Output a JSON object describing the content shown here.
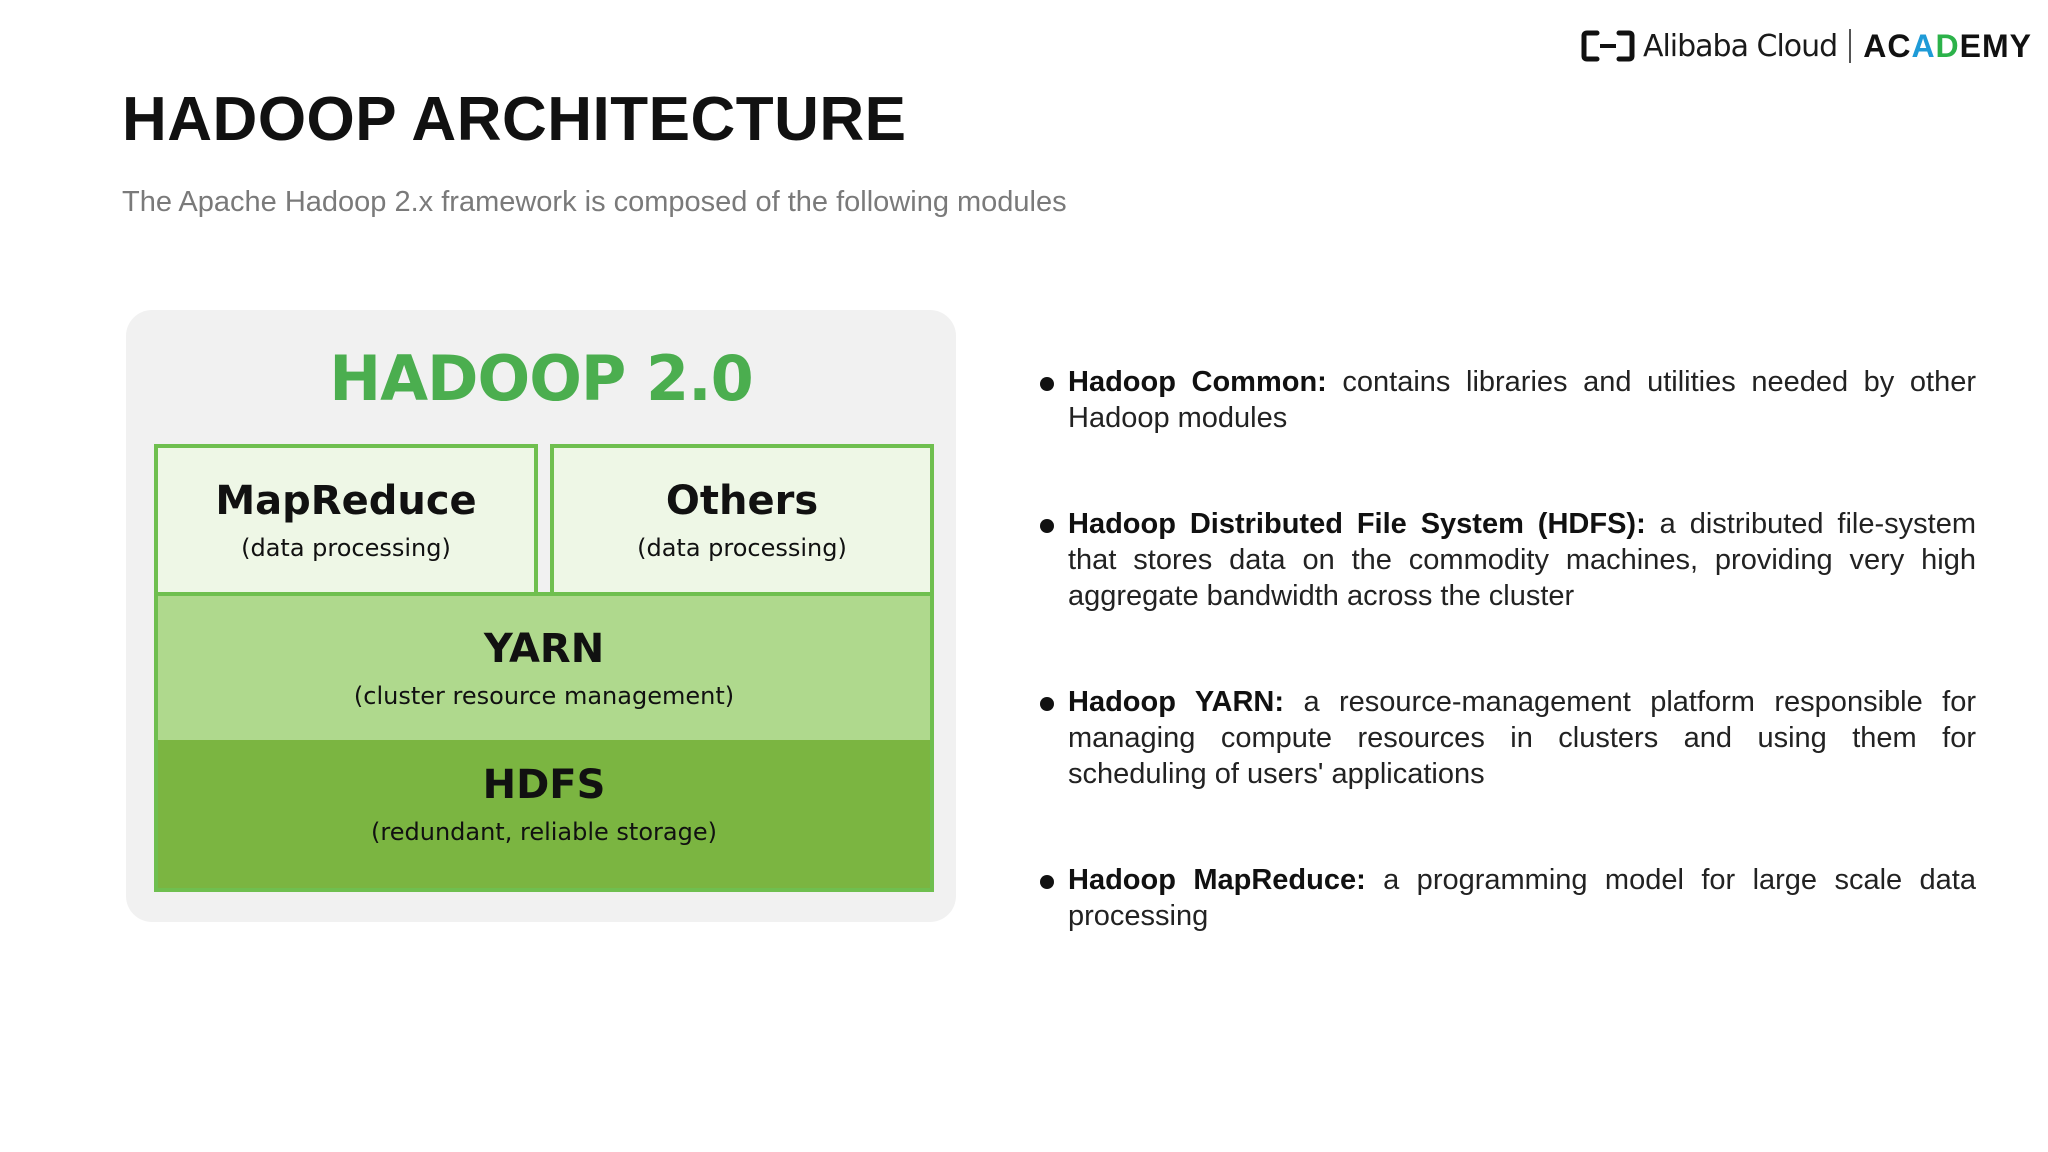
{
  "header": {
    "title": "HADOOP ARCHITECTURE",
    "subtitle": "The Apache Hadoop 2.x framework is composed of the following modules"
  },
  "logo": {
    "brand": "Alibaba Cloud",
    "academy": [
      "AC",
      "A",
      "D",
      "EMY"
    ]
  },
  "diagram": {
    "title": "HADOOP 2.0",
    "layers": {
      "mapreduce": {
        "name": "MapReduce",
        "desc": "(data processing)"
      },
      "others": {
        "name": "Others",
        "desc": "(data processing)"
      },
      "yarn": {
        "name": "YARN",
        "desc": "(cluster resource management)"
      },
      "hdfs": {
        "name": "HDFS",
        "desc": "(redundant, reliable storage)"
      }
    }
  },
  "modules": [
    {
      "name": "Hadoop Common:",
      "text": " contains libraries and utilities needed by other Hadoop modules"
    },
    {
      "name": "Hadoop Distributed File System (HDFS):",
      "text": " a distributed file-system that stores data on the commodity machines, providing very high aggregate bandwidth across the cluster"
    },
    {
      "name": "Hadoop YARN:",
      "text": " a resource-management platform responsible for managing compute resources in clusters and using them for scheduling of users' applications"
    },
    {
      "name": "Hadoop MapReduce:",
      "text": " a programming model for large scale data processing"
    }
  ],
  "colors": {
    "diagram_title": "#4bae4f",
    "top_layer": "#eef7e6",
    "yarn_layer": "#afd98d",
    "hdfs_layer": "#7bb541",
    "border": "#6fbf4f"
  }
}
